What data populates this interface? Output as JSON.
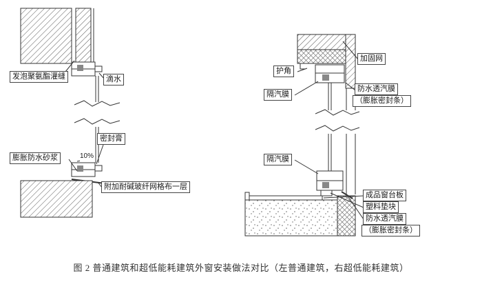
{
  "caption": "图 2 普通建筑和超低能耗建筑外窗安装做法对比（左普通建筑，右超低能耗建筑）",
  "left_detail": {
    "labels": {
      "foam_polyurethane": "发泡聚氨酯灌缝",
      "drip": "滴水",
      "sealant": "密封膏",
      "expansion_waterproof_mortar": "膨胀防水砂浆",
      "slope": "10%",
      "fiberglass_mesh": "附加耐碱玻纤网格布一层"
    }
  },
  "right_detail": {
    "labels": {
      "corner_guard": "护角",
      "reinforcement_mesh": "加固网",
      "vapor_barrier_top": "隔汽膜",
      "waterproof_breathable_membrane_top": "防水透汽膜",
      "expansion_sealing_strip_top": "（膨胀密封条）",
      "vapor_barrier_bottom": "隔汽膜",
      "finished_windowsill_board": "成品窗台板",
      "plastic_spacer": "塑料垫块",
      "waterproof_breathable_membrane_bottom": "防水透汽膜",
      "expansion_sealing_strip_bottom": "（膨胀密封条）"
    }
  }
}
